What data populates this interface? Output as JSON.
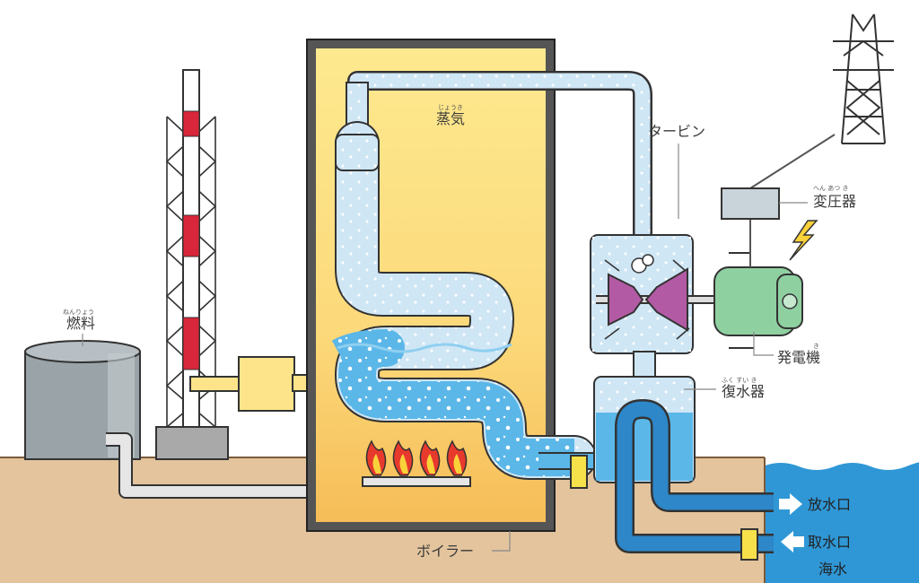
{
  "labels": {
    "steam": "蒸気",
    "steam_ruby": "じょうき",
    "turbine": "タービン",
    "transformer": "変圧器",
    "transformer_ruby": "へん あつ き",
    "generator": "発電機",
    "generator_ruby": "き",
    "condenser": "復水器",
    "condenser_ruby": "ふく すい き",
    "fuel": "燃料",
    "fuel_ruby": "ねんりょう",
    "boiler": "ボイラー",
    "outlet": "放水口",
    "intake": "取水口",
    "seawater": "海水"
  },
  "colors": {
    "ground": "#e3c49d",
    "sea": "#2f97d6",
    "boiler_frame": "#555555",
    "boiler_fill_top": "#fce58a",
    "boiler_fill_bottom": "#f6c05c",
    "steam_pipe": "#cfe6f5",
    "water": "#5bb7e8",
    "cooling_pipe": "#2d87c9",
    "generator": "#8fd0a1",
    "turbine_rotor": "#b35aa4",
    "transformer": "#c9d3da",
    "flame_red": "#e8392d",
    "flame_yellow": "#f9d23a",
    "stack_red": "#d8263a"
  }
}
